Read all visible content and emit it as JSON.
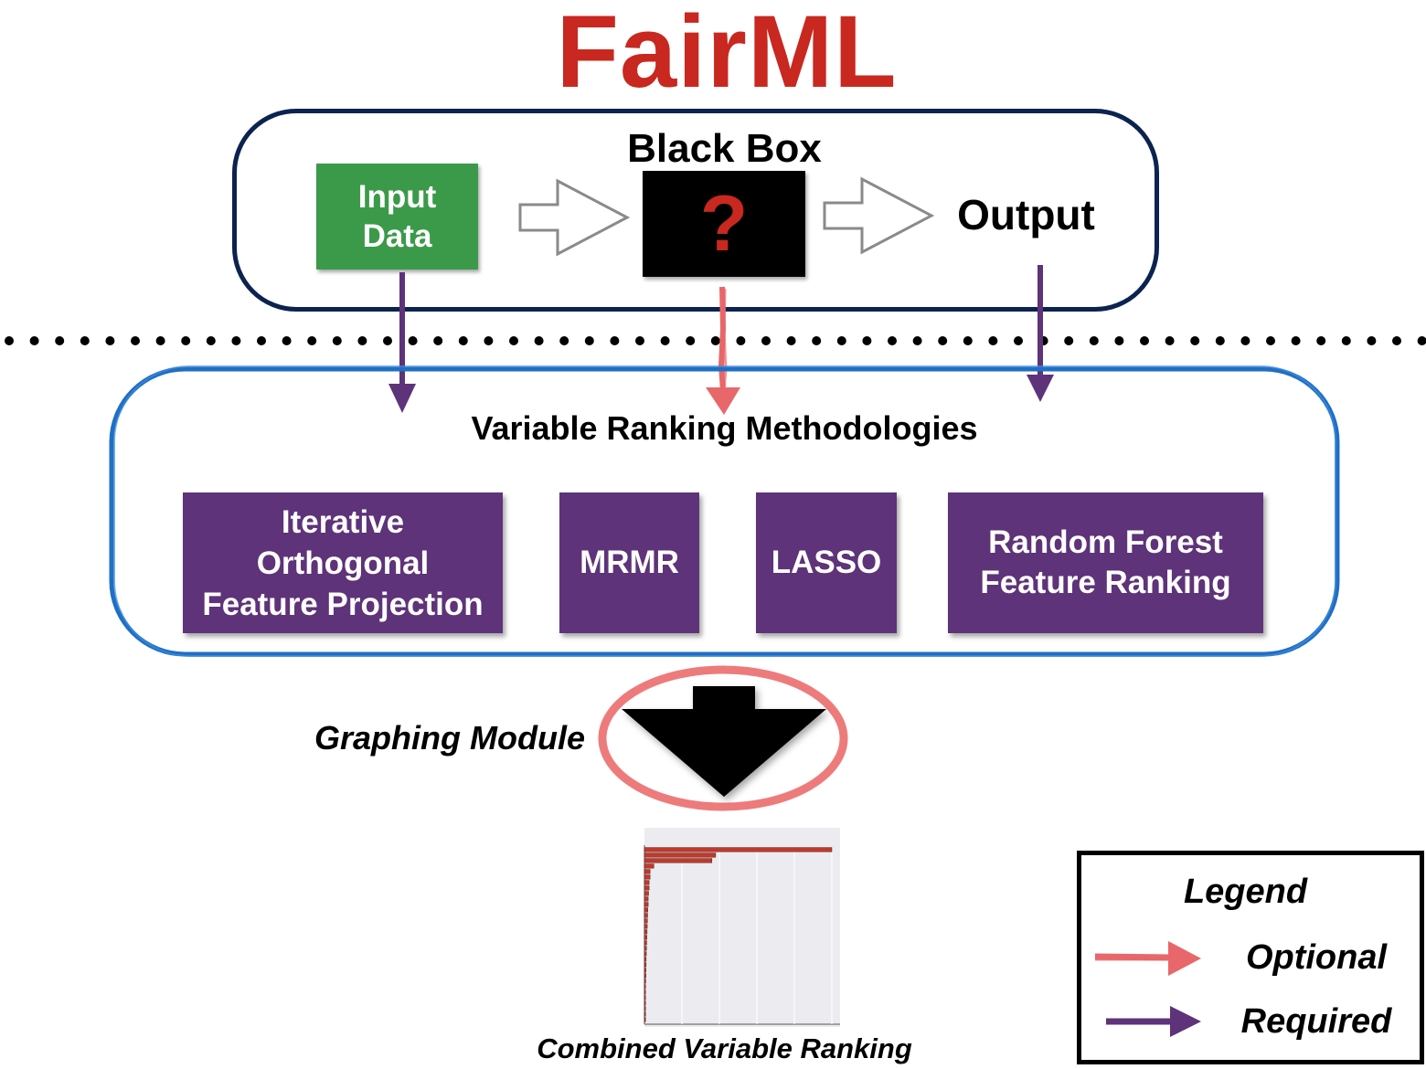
{
  "title": "FairML",
  "black_box": {
    "label": "Black Box",
    "input_label": "Input\nData",
    "mystery_symbol": "?",
    "output_label": "Output"
  },
  "ranking": {
    "title": "Variable Ranking Methodologies",
    "methods": [
      "Iterative\nOrthogonal\nFeature Projection",
      "MRMR",
      "LASSO",
      "Random Forest\nFeature Ranking"
    ]
  },
  "graphing_module": "Graphing Module",
  "combined_label": "Combined Variable Ranking",
  "legend": {
    "title": "Legend",
    "optional": "Optional",
    "required": "Required"
  },
  "colors": {
    "title_red": "#c8281f",
    "input_green": "#3b9a4a",
    "method_purple": "#5e3379",
    "required_arrow": "#5e3379",
    "optional_arrow": "#e8676a",
    "blackbox_border": "#0c2350",
    "ranking_border": "#1f6fc4"
  },
  "chart_data": {
    "type": "bar",
    "orientation": "horizontal",
    "values": [
      100,
      38,
      36,
      5,
      3,
      3,
      2.5,
      2.5,
      2.2,
      2,
      2,
      1.8,
      1.7,
      1.6,
      1.5,
      1.4,
      1.3,
      1.2,
      1.1,
      1.0,
      0.9,
      0.9,
      0.8,
      0.8,
      0.7,
      0.6,
      0.5,
      0.5,
      0.4,
      0.4,
      0.3,
      0.3
    ]
  }
}
